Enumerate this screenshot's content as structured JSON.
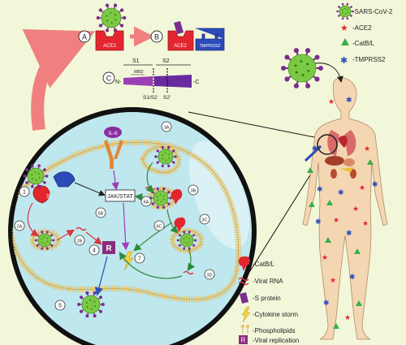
{
  "legend_top": [
    {
      "label": "-SARS-CoV-2"
    },
    {
      "label": "-ACE2"
    },
    {
      "label": "-CatB/L"
    },
    {
      "label": "-TMPRSS2"
    }
  ],
  "legend_bottom": [
    {
      "label": "-CatB/L"
    },
    {
      "label": "-Viral RNA"
    },
    {
      "label": "-S protein"
    },
    {
      "label": "-Cytokine storm"
    },
    {
      "label": "-Phospholipids"
    },
    {
      "label": "-Viral replication",
      "badge": "R"
    }
  ],
  "panel_a": {
    "marker": "A",
    "ace2_label": "ACE2"
  },
  "panel_b": {
    "marker": "B",
    "ace2_label": "ACE2",
    "tmprss2_label": "TMPRSS2"
  },
  "panel_c": {
    "marker": "C",
    "s1": "S1",
    "s2": "S2",
    "rbd": "RBD",
    "s1s2": "S1/S2",
    "s2prime": "S2'",
    "n_term": "N-",
    "c_term": "-C"
  },
  "cell": {
    "il6": "IL-6",
    "jakstat": "JAK/STAT",
    "r_badge": "R",
    "steps": [
      "1",
      "2A",
      "2B",
      "3A",
      "3B",
      "3C",
      "3D",
      "4",
      "5",
      "6A",
      "6B",
      "6C",
      "7"
    ],
    "receptor_letter": "S"
  },
  "colors": {
    "virus": "#7ac943",
    "spike": "#7b2d8e",
    "ace2": "#e3262e",
    "tmprss2": "#2b4bb8",
    "catbl": "#35b04a",
    "membrane": "#e5c36a",
    "cell_fill": "#bfe7ee",
    "arrow_red": "#d9363e",
    "arrow_green": "#2e8b3a",
    "arrow_purple": "#9b3fb5",
    "arrow_blue": "#2c56b8",
    "big_arrow": "#f08080",
    "replication": "#8a2d7e"
  }
}
